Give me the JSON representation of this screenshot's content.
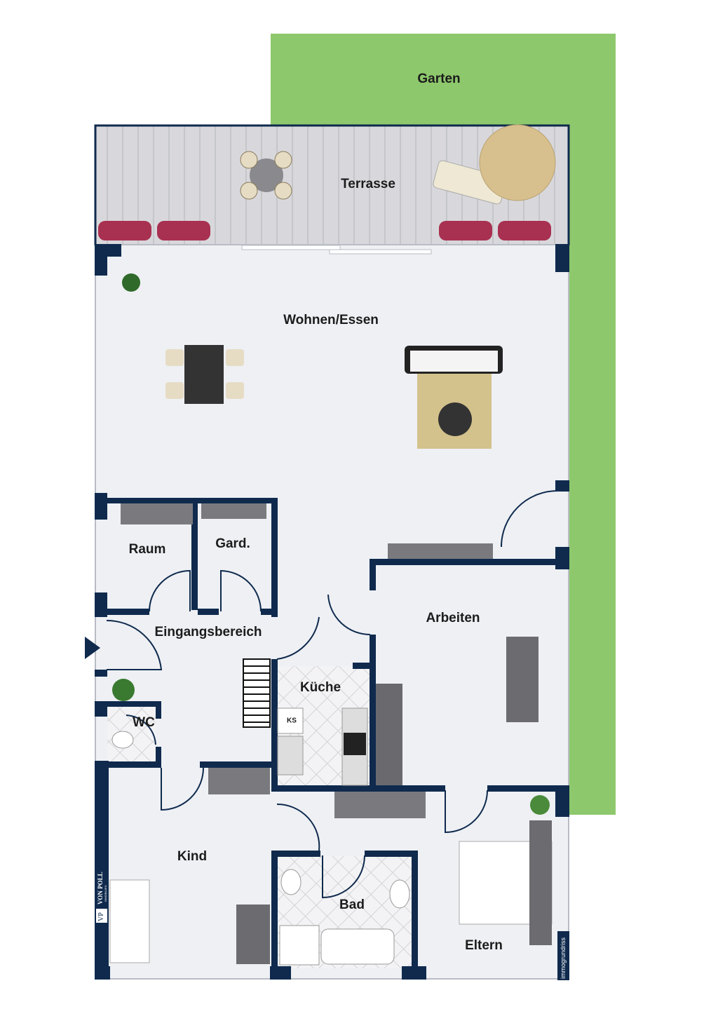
{
  "rooms": {
    "garden": "Garten",
    "terrace": "Terrasse",
    "living": "Wohnen/Essen",
    "storage": "Raum",
    "wardrobe": "Gard.",
    "entrance": "Eingangsbereich",
    "study": "Arbeiten",
    "kitchen": "Küche",
    "wc": "WC",
    "child": "Kind",
    "bath": "Bad",
    "parents": "Eltern"
  },
  "fridge_label": "KS",
  "branding": {
    "logo_text": "VON POLL",
    "logo_subtext": "IMMOBILIEN",
    "logo_mark": "VP",
    "credit": "immogrundriss"
  },
  "colors": {
    "wall": "#0f2a4d",
    "floor": "#eef0f4",
    "garden": "#8ec86c",
    "terrace": "#d6d6da"
  }
}
